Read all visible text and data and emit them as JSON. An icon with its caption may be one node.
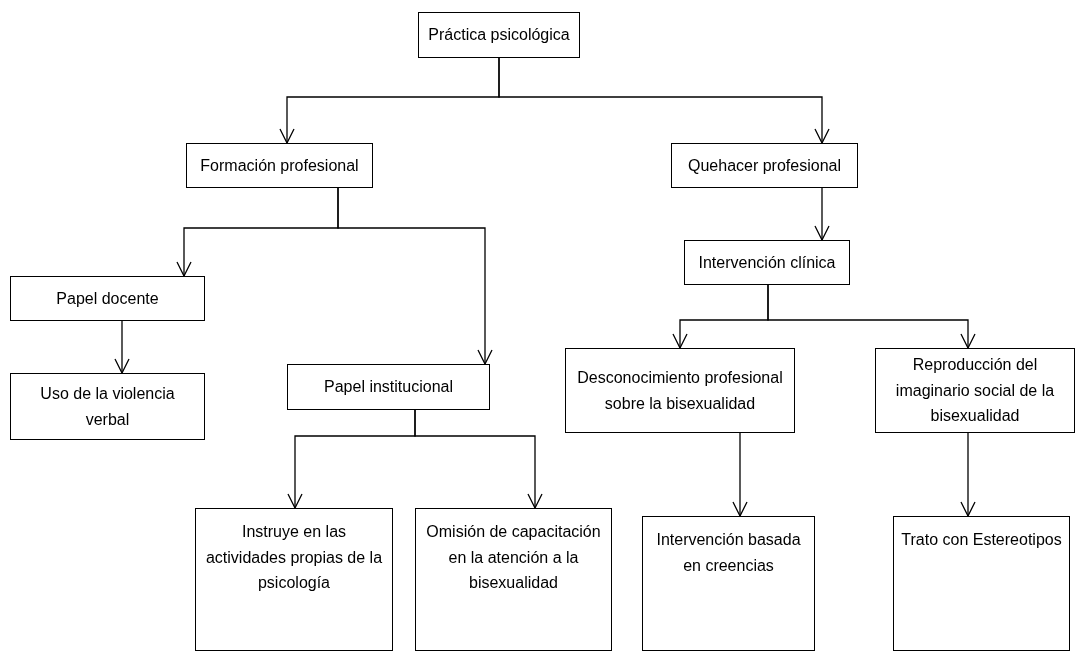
{
  "diagram": {
    "nodes": [
      {
        "text": [
          "Práctica psicológica"
        ]
      },
      {
        "text": [
          "Formación profesional"
        ]
      },
      {
        "text": [
          "Quehacer profesional"
        ]
      },
      {
        "text": [
          "Intervención clínica"
        ]
      },
      {
        "text": [
          "Papel docente"
        ]
      },
      {
        "text": [
          "Uso de la violencia verbal"
        ]
      },
      {
        "text": [
          "Papel institucional"
        ]
      },
      {
        "text": [
          "Desconocimiento profesional sobre la bisexualidad"
        ]
      },
      {
        "text": [
          "Reproducción del imaginario social de la bisexualidad"
        ]
      },
      {
        "text": [
          "Instruye en las actividades propias de la psicología"
        ]
      },
      {
        "text": [
          "Omisión de capacitación en la atención a la bisexualidad"
        ]
      },
      {
        "text": [
          "Intervención basada en creencias"
        ]
      },
      {
        "text": [
          "Trato con Estereotipos"
        ]
      }
    ],
    "edges": [
      {
        "from": 0,
        "to": 1,
        "arrow": "to"
      },
      {
        "from": 0,
        "to": 2,
        "arrow": "to"
      },
      {
        "from": 1,
        "to": 4,
        "arrow": "to"
      },
      {
        "from": 1,
        "to": 6,
        "arrow": "to"
      },
      {
        "from": 2,
        "to": 3,
        "arrow": "to"
      },
      {
        "from": 3,
        "to": 7,
        "arrow": "to"
      },
      {
        "from": 3,
        "to": 8,
        "arrow": "to"
      },
      {
        "from": 4,
        "to": 5,
        "arrow": "to"
      },
      {
        "from": 6,
        "to": 9,
        "arrow": "to"
      },
      {
        "from": 6,
        "to": 10,
        "arrow": "to"
      },
      {
        "from": 7,
        "to": 11,
        "arrow": "to"
      },
      {
        "from": 8,
        "to": 12,
        "arrow": "to"
      }
    ]
  }
}
